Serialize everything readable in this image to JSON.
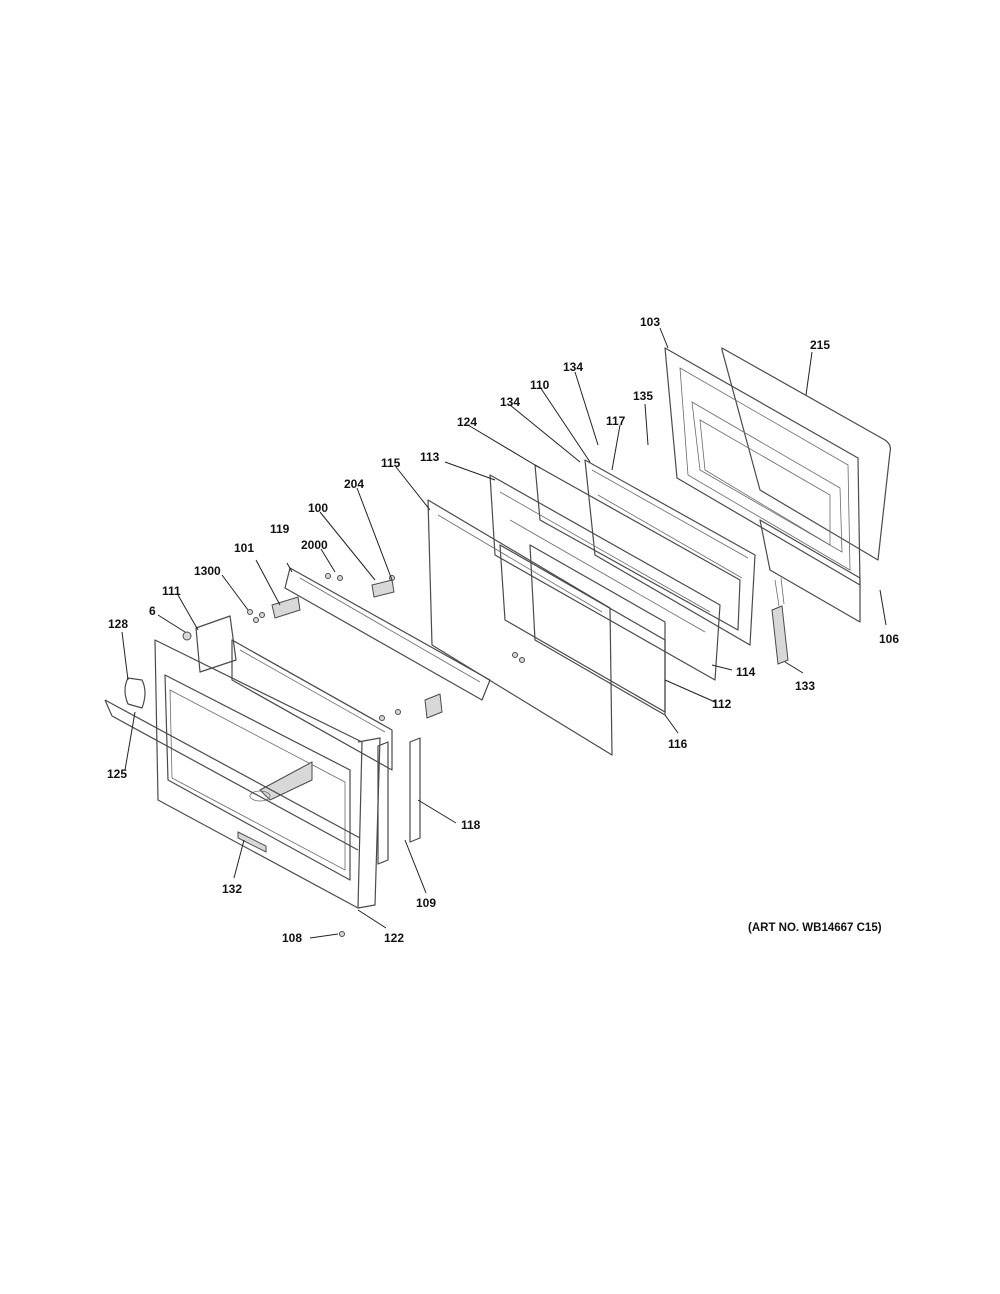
{
  "labels": {
    "l103": "103",
    "l215": "215",
    "l134a": "134",
    "l134b": "134",
    "l135": "135",
    "l110": "110",
    "l117": "117",
    "l124": "124",
    "l113": "113",
    "l115": "115",
    "l204": "204",
    "l100": "100",
    "l2000": "2000",
    "l119": "119",
    "l101": "101",
    "l1300": "1300",
    "l111": "111",
    "l6": "6",
    "l128": "128",
    "l125": "125",
    "l106": "106",
    "l133": "133",
    "l114": "114",
    "l112": "112",
    "l116": "116",
    "l118": "118",
    "l109": "109",
    "l132": "132",
    "l122": "122",
    "l108": "108"
  },
  "art_number": "(ART NO. WB14667 C15)"
}
